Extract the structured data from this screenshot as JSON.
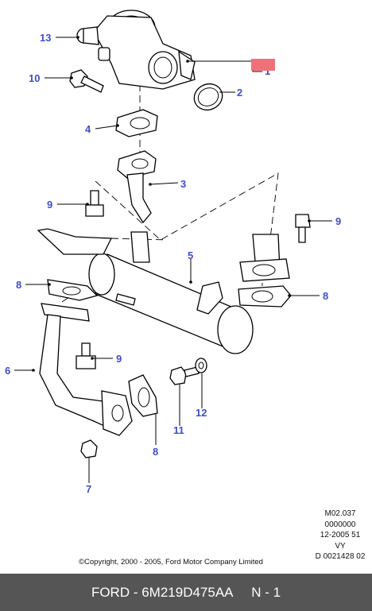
{
  "callouts": [
    {
      "id": "1",
      "label": "1"
    },
    {
      "id": "2",
      "label": "2"
    },
    {
      "id": "3",
      "label": "3"
    },
    {
      "id": "4",
      "label": "4"
    },
    {
      "id": "5",
      "label": "5"
    },
    {
      "id": "6",
      "label": "6"
    },
    {
      "id": "7",
      "label": "7"
    },
    {
      "id": "8a",
      "label": "8"
    },
    {
      "id": "8b",
      "label": "8"
    },
    {
      "id": "8c",
      "label": "8"
    },
    {
      "id": "9a",
      "label": "9"
    },
    {
      "id": "9b",
      "label": "9"
    },
    {
      "id": "9c",
      "label": "9"
    },
    {
      "id": "10",
      "label": "10"
    },
    {
      "id": "11",
      "label": "11"
    },
    {
      "id": "12",
      "label": "12"
    },
    {
      "id": "13",
      "label": "13"
    }
  ],
  "reference_codes": [
    "M02.037",
    "0000000",
    "12-2005 51",
    "VY",
    "D 0021428 02"
  ],
  "copyright": "©Copyright, 2000 - 2005, Ford Motor Company Limited",
  "footer": {
    "text": "FORD - 6M219D475AA     N - 1"
  },
  "colors": {
    "callout": "#3f4fc4",
    "highlight": "#f0707a",
    "footer_bg": "#555555"
  }
}
